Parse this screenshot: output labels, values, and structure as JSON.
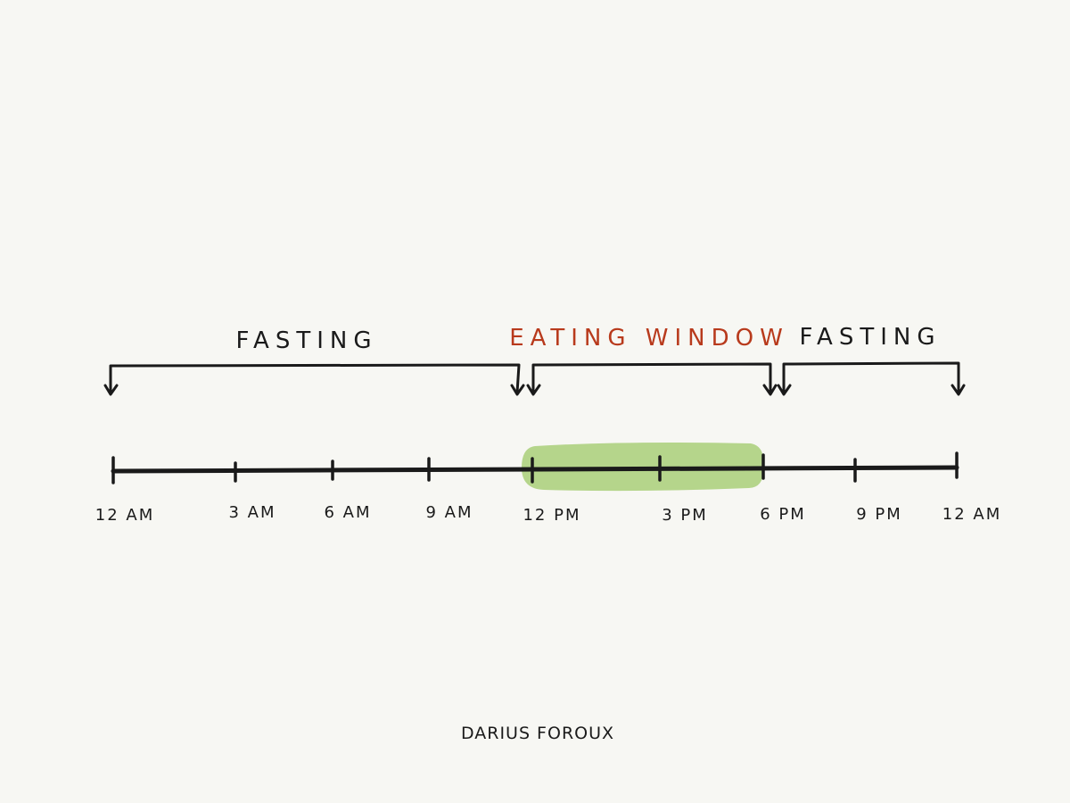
{
  "colors": {
    "background": "#f7f7f3",
    "ink": "#1a1a1a",
    "eating_label": "#b83a1c",
    "eating_highlight": "#a9cf78"
  },
  "periods": [
    {
      "label": "FASTING",
      "from": "12 AM",
      "to": "12 PM",
      "color": "#1a1a1a"
    },
    {
      "label": "EATING WINDOW",
      "from": "12 PM",
      "to": "6 PM",
      "color": "#b83a1c"
    },
    {
      "label": "FASTING",
      "from": "6 PM",
      "to": "12 AM",
      "color": "#1a1a1a"
    }
  ],
  "timeline": {
    "ticks": [
      "12 AM",
      "3 AM",
      "6 AM",
      "9 AM",
      "12 PM",
      "3 PM",
      "6 PM",
      "9 PM",
      "12 AM"
    ],
    "highlight": {
      "from": "12 PM",
      "to": "6 PM"
    }
  },
  "credit": "DARIUS FOROUX"
}
